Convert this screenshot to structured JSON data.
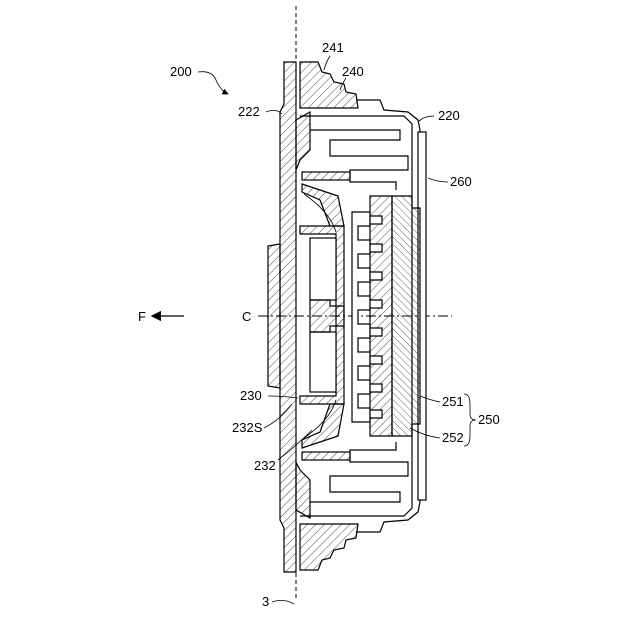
{
  "figure": {
    "labels": {
      "assembly": "200",
      "part_241": "241",
      "part_240": "240",
      "part_222": "222",
      "part_220": "220",
      "part_260": "260",
      "direction_f": "F",
      "axis_c": "C",
      "part_230": "230",
      "part_232s": "232S",
      "part_232": "232",
      "part_251": "251",
      "part_252": "252",
      "group_250": "250",
      "part_3": "3"
    }
  }
}
